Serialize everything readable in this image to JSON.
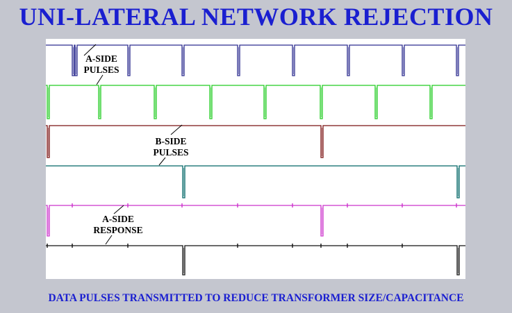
{
  "title": "UNI-LATERAL NETWORK REJECTION",
  "caption": "DATA PULSES TRANSMITTED TO REDUCE TRANSFORMER SIZE/CAPACITANCE",
  "callouts": {
    "a_side_pulses": [
      "A-SIDE",
      "PULSES"
    ],
    "b_side_pulses": [
      "B-SIDE",
      "PULSES"
    ],
    "a_side_response": [
      "A-SIDE",
      "RESPONSE"
    ]
  },
  "traces": [
    {
      "id": "trace-1",
      "color": "#2b2b8f",
      "style": "pulse"
    },
    {
      "id": "trace-2",
      "color": "#22cc22",
      "style": "pulse"
    },
    {
      "id": "trace-3",
      "color": "#7a1010",
      "style": "pulse"
    },
    {
      "id": "trace-4",
      "color": "#006666",
      "style": "pulse"
    },
    {
      "id": "trace-5",
      "color": "#cc33cc",
      "style": "pulse-ticks"
    },
    {
      "id": "trace-6",
      "color": "#111111",
      "style": "pulse-ticks"
    }
  ]
}
